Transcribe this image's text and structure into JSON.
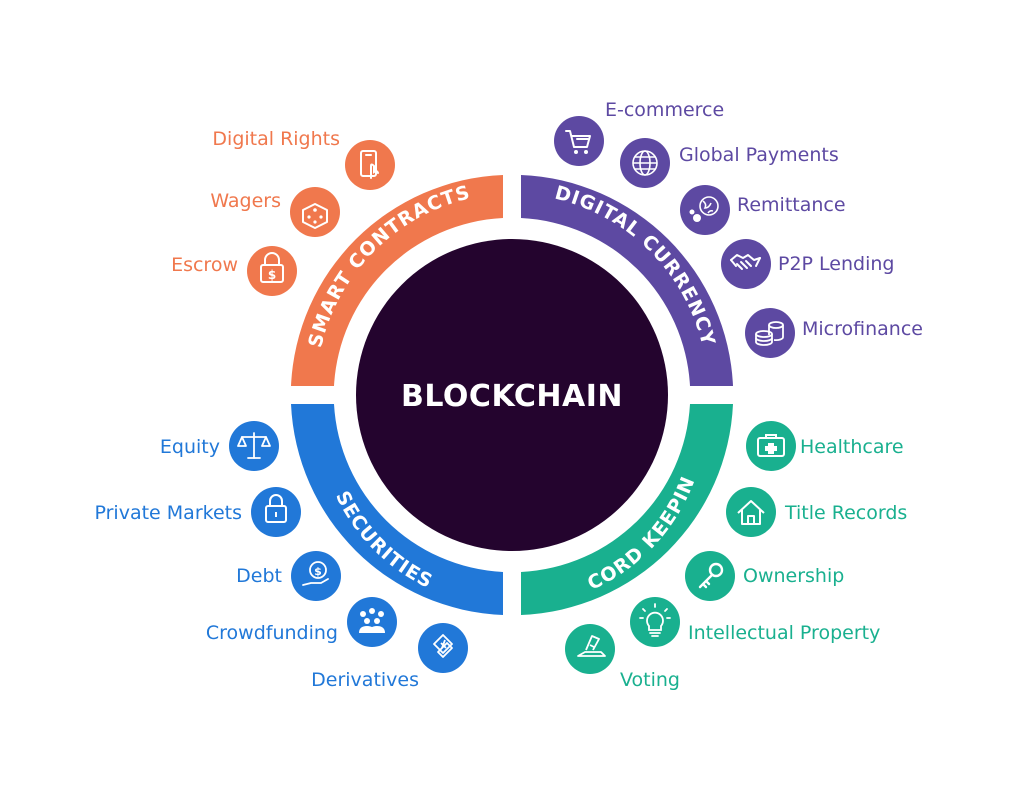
{
  "center": {
    "title": "BLOCKCHAIN",
    "color": "#24042e"
  },
  "segments": [
    {
      "key": "smart_contracts",
      "title": "SMART CONTRACTS",
      "color": "#f0784d",
      "items": [
        {
          "label": "Digital Rights",
          "icon": "smartphone-touch-icon"
        },
        {
          "label": "Wagers",
          "icon": "dice-icon"
        },
        {
          "label": "Escrow",
          "icon": "padlock-dollar-icon"
        }
      ]
    },
    {
      "key": "digital_currency",
      "title": "DIGITAL CURRENCY",
      "color": "#5d49a2",
      "items": [
        {
          "label": "E-commerce",
          "icon": "shopping-cart-icon"
        },
        {
          "label": "Global Payments",
          "icon": "globe-icon"
        },
        {
          "label": "Remittance",
          "icon": "globe-money-icon"
        },
        {
          "label": "P2P Lending",
          "icon": "handshake-icon"
        },
        {
          "label": "Microfinance",
          "icon": "coin-stack-icon"
        }
      ]
    },
    {
      "key": "securities",
      "title": "SECURITIES",
      "color": "#2178d8",
      "items": [
        {
          "label": "Equity",
          "icon": "balance-scale-icon"
        },
        {
          "label": "Private Markets",
          "icon": "padlock-icon"
        },
        {
          "label": "Debt",
          "icon": "hand-coin-icon"
        },
        {
          "label": "Crowdfunding",
          "icon": "people-group-icon"
        },
        {
          "label": "Derivatives",
          "icon": "exchange-arrows-icon"
        }
      ]
    },
    {
      "key": "record_keeping",
      "title": "RECORD KEEPING",
      "color": "#19b08f",
      "items": [
        {
          "label": "Healthcare",
          "icon": "medical-kit-icon"
        },
        {
          "label": "Title Records",
          "icon": "house-icon"
        },
        {
          "label": "Ownership",
          "icon": "key-icon"
        },
        {
          "label": "Intellectual Property",
          "icon": "lightbulb-icon"
        },
        {
          "label": "Voting",
          "icon": "ballot-box-icon"
        }
      ]
    }
  ]
}
